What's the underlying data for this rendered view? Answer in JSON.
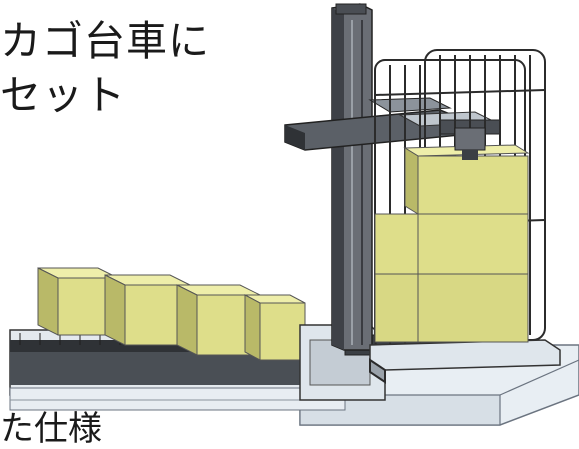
{
  "caption": {
    "line1": "カゴ台車に",
    "line2": "セット"
  },
  "footer_fragment": "た仕様",
  "colors": {
    "box_front": "#dede8a",
    "box_top": "#eeeeaa",
    "box_side": "#b9b968",
    "frame": "#2b2b2b",
    "column": "#55585e",
    "base_plate": "#e8eef3"
  },
  "icons": {
    "robot": "palletizing-robot-illustration",
    "cart": "cage-cart-illustration",
    "conveyor": "roller-conveyor-illustration"
  }
}
